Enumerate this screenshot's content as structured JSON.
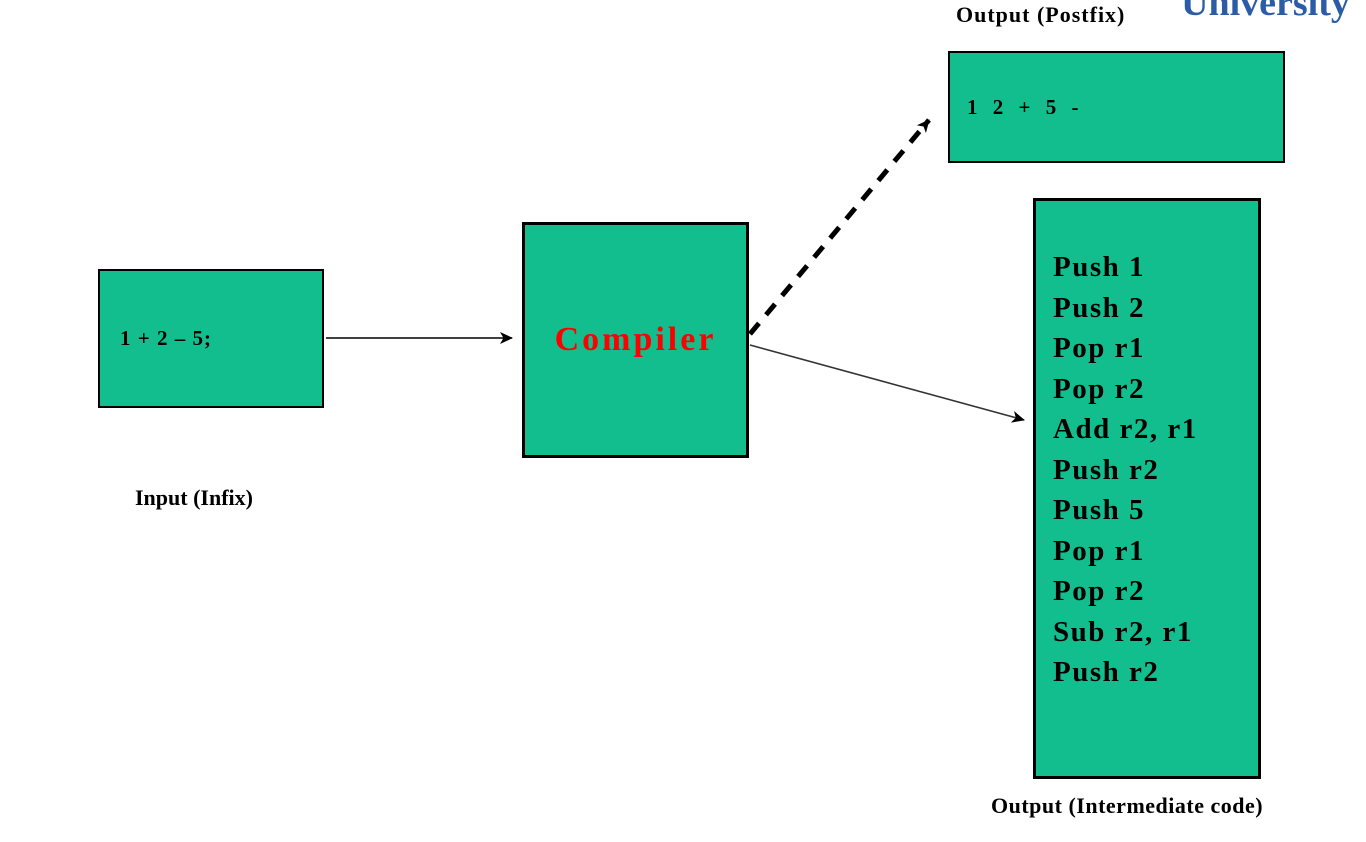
{
  "header": {
    "watermark": "University",
    "watermark_color": "#2B5CA5"
  },
  "diagram": {
    "box_fill": "#12BE8E",
    "input_box": {
      "text": "1 + 2 – 5;",
      "label": "Input (Infix)"
    },
    "compiler_box": {
      "text": "Compiler",
      "text_color": "#FF0000"
    },
    "postfix_box": {
      "text": "1 2 + 5 -",
      "label": "Output (Postfix)"
    },
    "intermediate_box": {
      "label": "Output (Intermediate code)",
      "lines": [
        "Push 1",
        "Push 2",
        "Pop r1",
        "Pop r2",
        "Add r2, r1",
        "Push r2",
        "Push 5",
        "Pop r1",
        "Pop r2",
        "Sub r2, r1",
        "Push r2"
      ]
    },
    "arrows": {
      "input_to_compiler": "solid",
      "compiler_to_postfix": "dashed",
      "compiler_to_intermediate": "solid"
    }
  }
}
